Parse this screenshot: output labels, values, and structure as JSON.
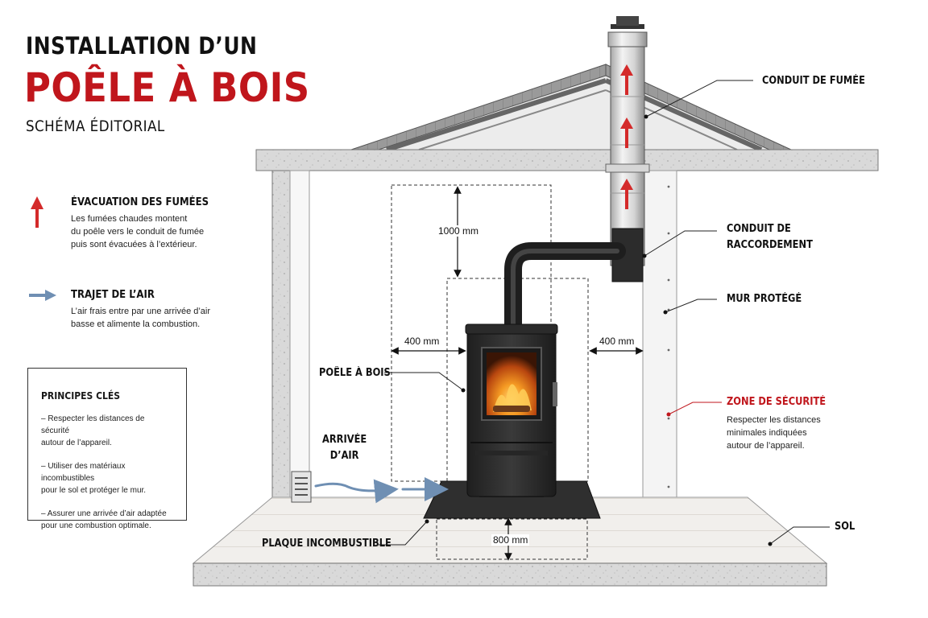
{
  "title": {
    "line1": "INSTALLATION D’UN",
    "line2": "POÊLE À BOIS",
    "line3": "SCHÉMA ÉDITORIAL"
  },
  "legend": {
    "smoke": {
      "heading": "ÉVACUATION DES FUMÉES",
      "text": "Les fumées chaudes montent\ndu poêle vers le conduit de fumée\npuis sont évacuées à l’extérieur."
    },
    "air": {
      "heading": "TRAJET DE L’AIR",
      "text": "L’air frais entre par une arrivée d’air\nbasse et alimente la combustion."
    }
  },
  "principles": {
    "title": "PRINCIPES CLÉS",
    "items": [
      "– Respecter les distances de sécurité\n   autour de l’appareil.",
      "– Utiliser des matériaux incombustibles\n   pour le sol et protéger le mur.",
      "– Assurer une arrivée d’air adaptée\n   pour une combustion optimale."
    ]
  },
  "labels": {
    "flue": "CONDUIT DE FUMÉE",
    "connector": "CONDUIT DE\nRACCORDEMENT",
    "protected_wall": "MUR PROTÉGÉ",
    "safety_zone": "ZONE DE SÉCURITÉ",
    "safety_note": "Respecter les distances\nminimales indiquées\nautour de l’appareil.",
    "stove": "POÊLE À BOIS",
    "air_inlet": "ARRIVÉE\nD’AIR",
    "floor_plate": "PLAQUE INCOMBUSTIBLE",
    "floor": "SOL"
  },
  "dimensions": {
    "top": "1000 mm",
    "left": "400 mm",
    "right": "400 mm",
    "front": "800 mm"
  },
  "colors": {
    "accent_red": "#c0161c",
    "air_blue": "#6f8fb3",
    "stove": "#2a2a2a",
    "concrete": "#d6d6d6"
  },
  "icons": {
    "smoke_arrow": "arrow-up-icon",
    "air_arrow": "arrow-right-icon"
  }
}
